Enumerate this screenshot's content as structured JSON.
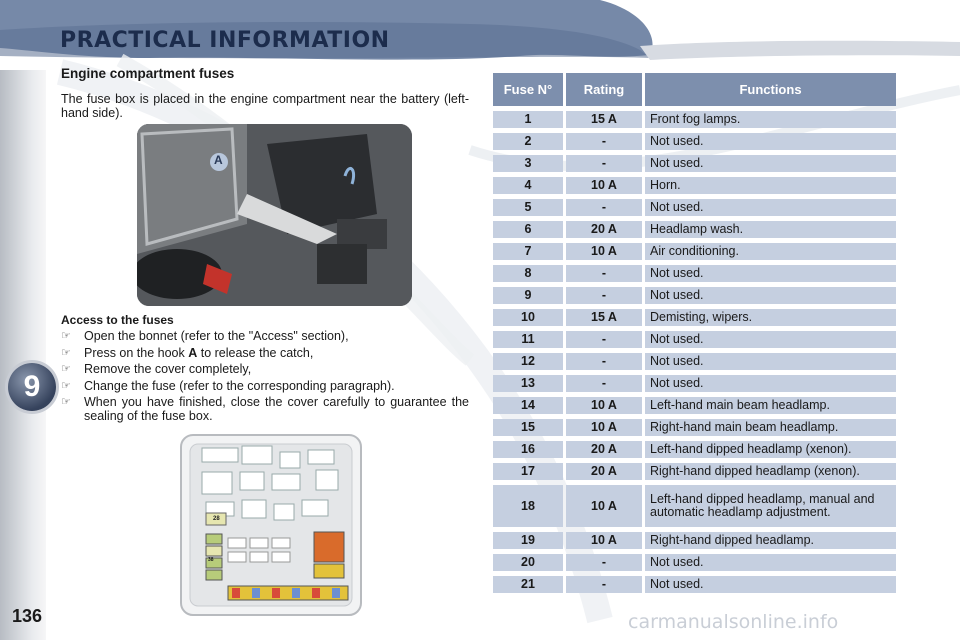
{
  "header": {
    "title": "PRACTICAL INFORMATION"
  },
  "chapter": {
    "number": "9"
  },
  "page_number": "136",
  "section": {
    "title": "Engine compartment fuses",
    "intro": "The fuse box is placed in the engine compartment near the battery (left-hand side)."
  },
  "photo": {
    "label": "A"
  },
  "access": {
    "title": "Access to the fuses",
    "bullet_icon": "pointing-hand-icon",
    "steps": [
      {
        "text": "Open the bonnet (refer to the \"Access\" section),"
      },
      {
        "before": "Press on the hook ",
        "bold": "A",
        "after": " to release the catch,"
      },
      {
        "text": "Remove the cover completely,"
      },
      {
        "text": "Change the fuse (refer to the corresponding paragraph)."
      },
      {
        "text": "When you have finished, close the cover carefully to guarantee the sealing of the fuse box."
      }
    ]
  },
  "diagram": {
    "labels": [
      "28",
      "38"
    ]
  },
  "table": {
    "headers": {
      "fuse": "Fuse N°",
      "rating": "Rating",
      "functions": "Functions"
    },
    "rows": [
      {
        "fuse": "1",
        "rating": "15 A",
        "function": "Front fog lamps."
      },
      {
        "fuse": "2",
        "rating": "-",
        "function": "Not used."
      },
      {
        "fuse": "3",
        "rating": "-",
        "function": "Not used."
      },
      {
        "fuse": "4",
        "rating": "10 A",
        "function": "Horn."
      },
      {
        "fuse": "5",
        "rating": "-",
        "function": "Not used."
      },
      {
        "fuse": "6",
        "rating": "20 A",
        "function": "Headlamp wash."
      },
      {
        "fuse": "7",
        "rating": "10 A",
        "function": "Air conditioning."
      },
      {
        "fuse": "8",
        "rating": "-",
        "function": "Not used."
      },
      {
        "fuse": "9",
        "rating": "-",
        "function": "Not used."
      },
      {
        "fuse": "10",
        "rating": "15 A",
        "function": "Demisting, wipers."
      },
      {
        "fuse": "11",
        "rating": "-",
        "function": "Not used."
      },
      {
        "fuse": "12",
        "rating": "-",
        "function": "Not used."
      },
      {
        "fuse": "13",
        "rating": "-",
        "function": "Not used."
      },
      {
        "fuse": "14",
        "rating": "10 A",
        "function": "Left-hand main beam headlamp."
      },
      {
        "fuse": "15",
        "rating": "10 A",
        "function": "Right-hand main beam headlamp."
      },
      {
        "fuse": "16",
        "rating": "20 A",
        "function": "Left-hand dipped headlamp (xenon)."
      },
      {
        "fuse": "17",
        "rating": "20 A",
        "function": "Right-hand dipped headlamp (xenon)."
      },
      {
        "fuse": "18",
        "rating": "10 A",
        "function": "Left-hand dipped headlamp, manual and automatic headlamp adjustment."
      },
      {
        "fuse": "19",
        "rating": "10 A",
        "function": "Right-hand dipped headlamp."
      },
      {
        "fuse": "20",
        "rating": "-",
        "function": "Not used."
      },
      {
        "fuse": "21",
        "rating": "-",
        "function": "Not used."
      }
    ]
  },
  "watermark": "carmanualsonline.info",
  "colors": {
    "header_band": "#7689a8",
    "table_header": "#7d8fad",
    "table_cell": "#c5cfe0",
    "tab_circle": "#35425c"
  }
}
